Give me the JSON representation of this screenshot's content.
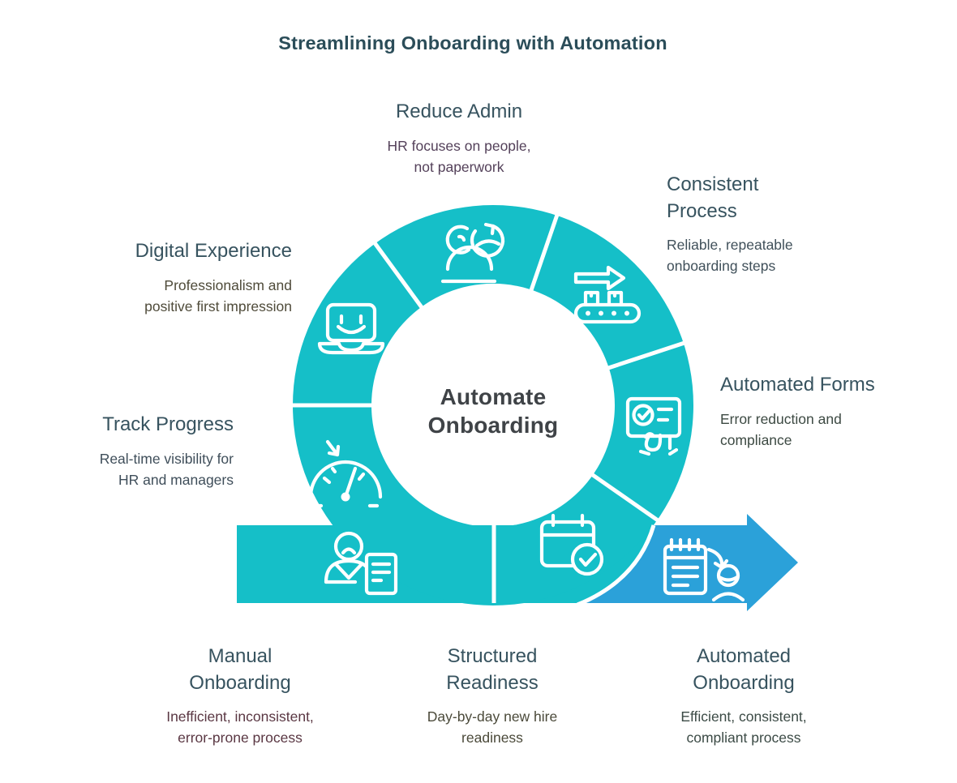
{
  "title": "Streamlining Onboarding with Automation",
  "center_label": "Automate\nOnboarding",
  "colors": {
    "teal": "#15bfc8",
    "blue": "#2ba1d9",
    "title_text": "#2b4d59",
    "heading_text": "#37535f",
    "center_text": "#3f4347",
    "icon_stroke": "#ffffff"
  },
  "nodes": {
    "reduce_admin": {
      "heading": "Reduce Admin",
      "subtitle": "HR focuses on people,\nnot paperwork",
      "subtitle_color": "#54415a",
      "icon": "person-refresh-icon"
    },
    "consistent_process": {
      "heading": "Consistent\nProcess",
      "subtitle": "Reliable, repeatable\nonboarding steps",
      "subtitle_color": "#40505a",
      "icon": "conveyor-arrow-icon"
    },
    "automated_forms": {
      "heading": "Automated Forms",
      "subtitle": "Error reduction and\ncompliance",
      "subtitle_color": "#3d4a43",
      "icon": "form-check-icon"
    },
    "digital_experience": {
      "heading": "Digital Experience",
      "subtitle": "Professionalism and\npositive first impression",
      "subtitle_color": "#4f4b3a",
      "icon": "laptop-smile-icon"
    },
    "track_progress": {
      "heading": "Track Progress",
      "subtitle": "Real-time visibility for\nHR and managers",
      "subtitle_color": "#3f4e5a",
      "icon": "speedometer-icon"
    },
    "manual_onboarding": {
      "heading": "Manual\nOnboarding",
      "subtitle": "Inefficient, inconsistent,\nerror-prone process",
      "subtitle_color": "#5a3743",
      "icon": "person-document-icon"
    },
    "structured_readiness": {
      "heading": "Structured\nReadiness",
      "subtitle": "Day-by-day new hire\nreadiness",
      "subtitle_color": "#4b4a3a",
      "icon": "calendar-check-icon"
    },
    "automated_onboarding": {
      "heading": "Automated\nOnboarding",
      "subtitle": "Efficient, consistent,\ncompliant process",
      "subtitle_color": "#3c4b46",
      "icon": "notepad-person-icon"
    }
  }
}
